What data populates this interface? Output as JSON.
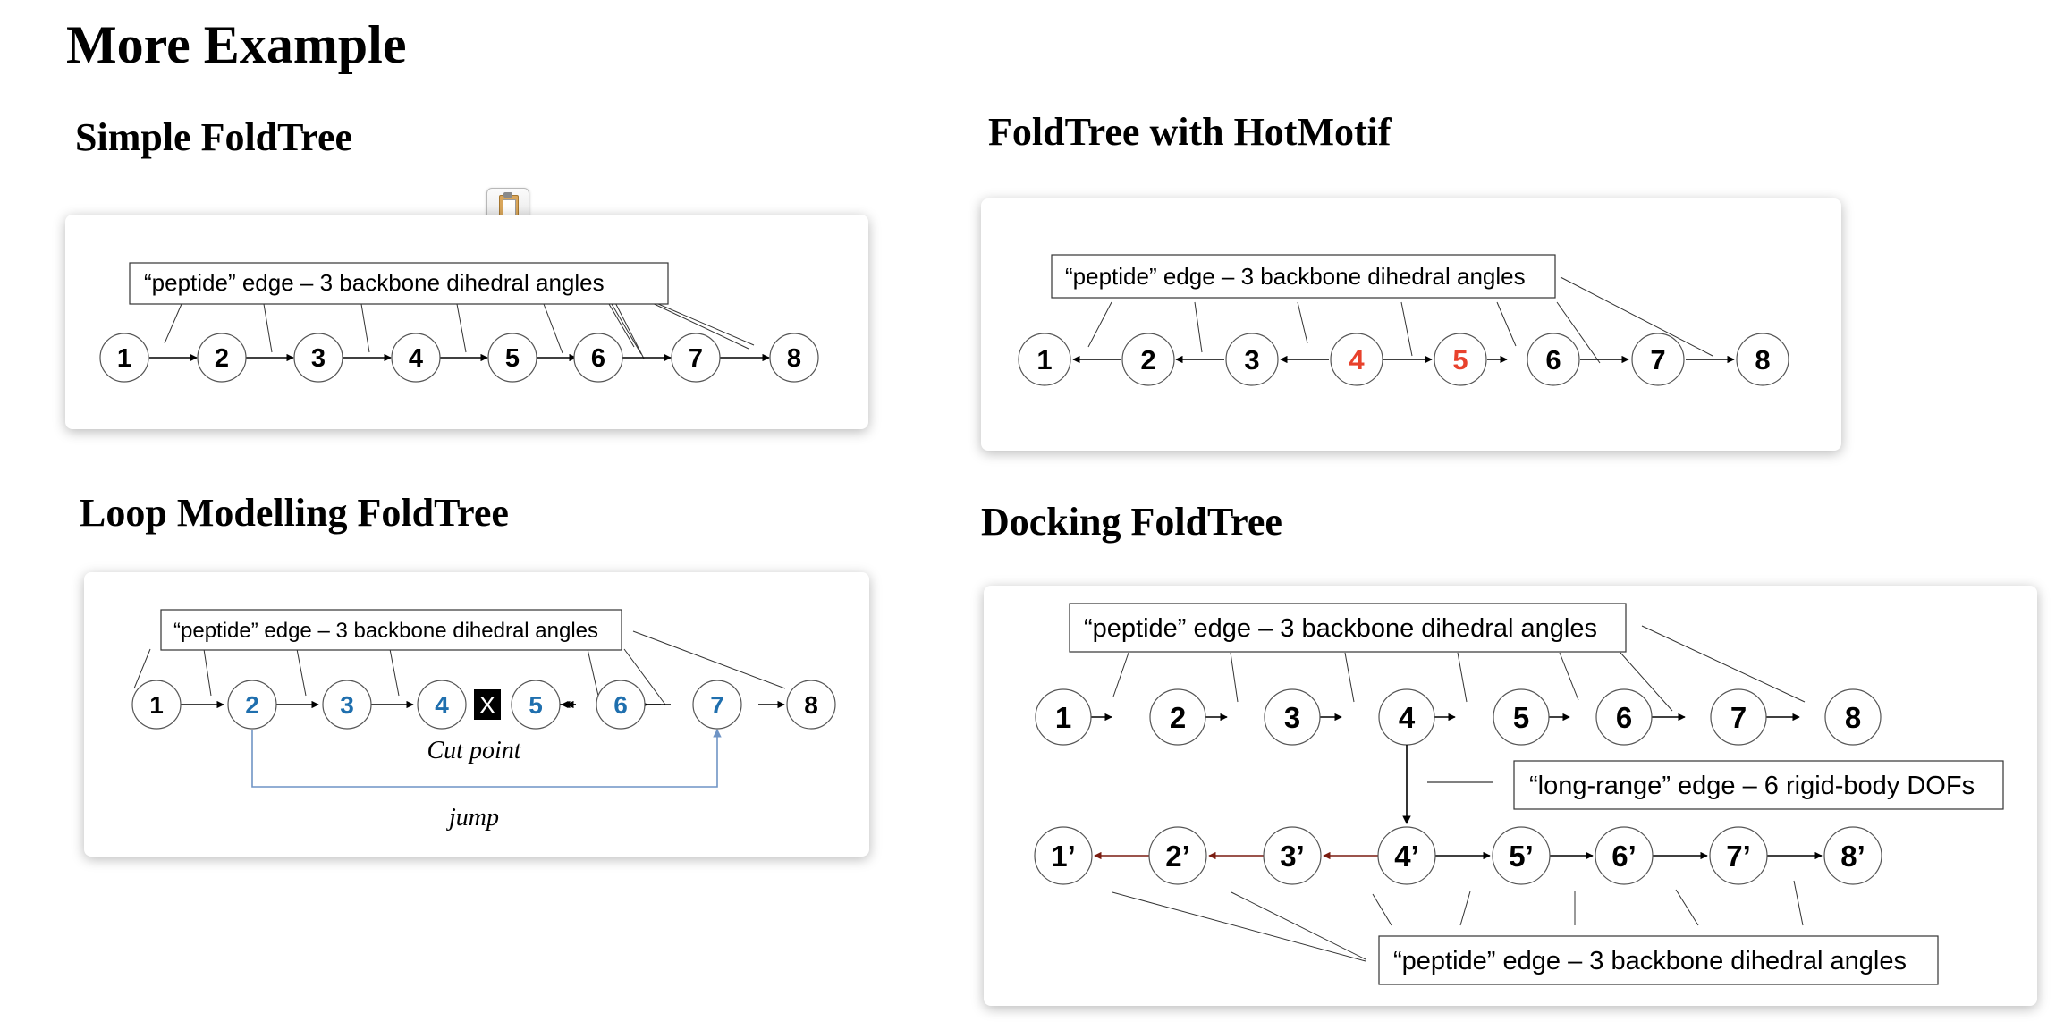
{
  "page_title": "More Example",
  "colors": {
    "node_blue": "#1f6fae",
    "node_red": "#e8412c",
    "arrow_brown": "#7a1c10",
    "jump_blue": "#6f94c5"
  },
  "toolbar_icon": "clipboard-icon",
  "simple": {
    "title": "Simple FoldTree",
    "box_label": "“peptide” edge – 3 backbone dihedral angles",
    "nodes": [
      "1",
      "2",
      "3",
      "4",
      "5",
      "6",
      "7",
      "8"
    ]
  },
  "hotmotif": {
    "title": "FoldTree with HotMotif",
    "box_label": "“peptide” edge – 3 backbone dihedral angles",
    "nodes": [
      "1",
      "2",
      "3",
      "4",
      "5",
      "6",
      "7",
      "8"
    ],
    "highlighted_nodes": [
      "4",
      "5"
    ]
  },
  "loop": {
    "title": "Loop Modelling FoldTree",
    "box_label": "“peptide” edge – 3 backbone dihedral angles",
    "nodes": [
      "1",
      "2",
      "3",
      "4",
      "5",
      "6",
      "7",
      "8"
    ],
    "cut_mark": "X",
    "cut_label": "Cut point",
    "jump_label": "jump"
  },
  "docking": {
    "title": "Docking FoldTree",
    "box_label_top": "“peptide” edge – 3 backbone dihedral angles",
    "box_label_mid": "“long-range” edge – 6 rigid-body DOFs",
    "box_label_bottom": "“peptide” edge – 3 backbone dihedral angles",
    "nodes_top": [
      "1",
      "2",
      "3",
      "4",
      "5",
      "6",
      "7",
      "8"
    ],
    "nodes_bottom": [
      "1’",
      "2’",
      "3’",
      "4’",
      "5’",
      "6’",
      "7’",
      "8’"
    ]
  }
}
